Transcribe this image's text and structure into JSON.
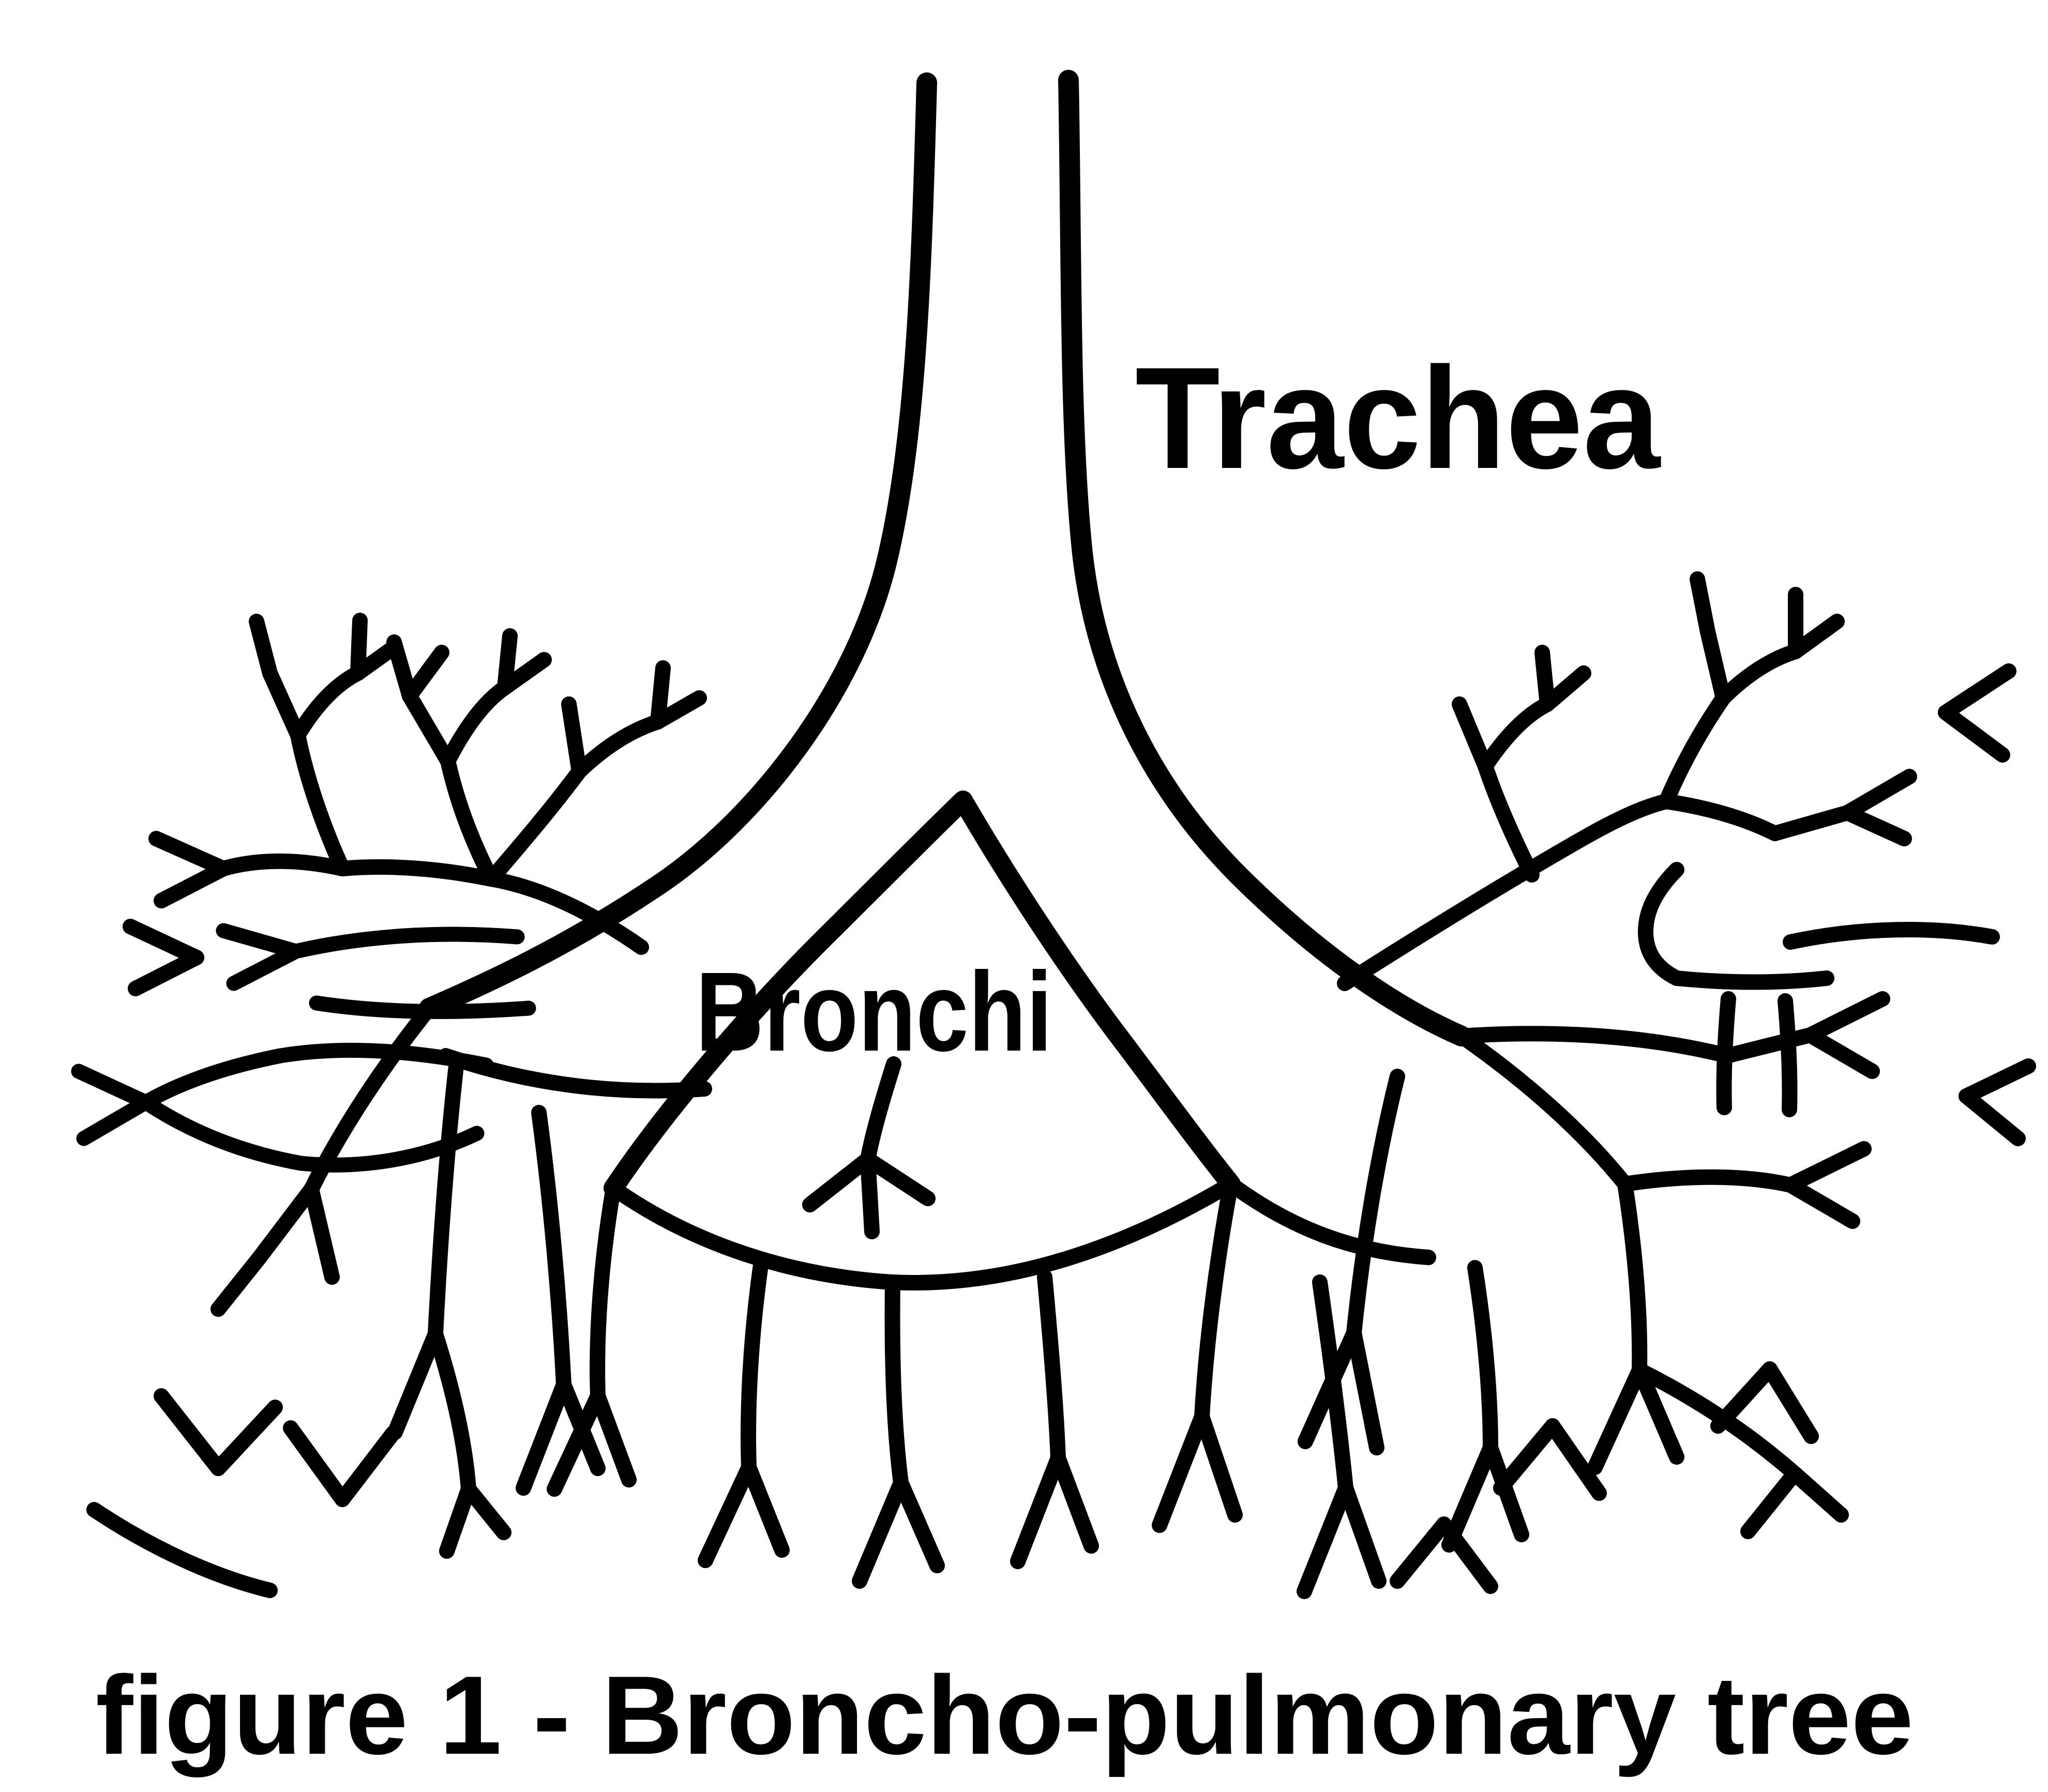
{
  "figure": {
    "labels": {
      "trachea": "Trachea",
      "bronchi": "Bronchi"
    },
    "caption": "figure 1 - Broncho-pulmonary tree",
    "colors": {
      "ink": "#000000",
      "background": "#ffffff"
    }
  }
}
